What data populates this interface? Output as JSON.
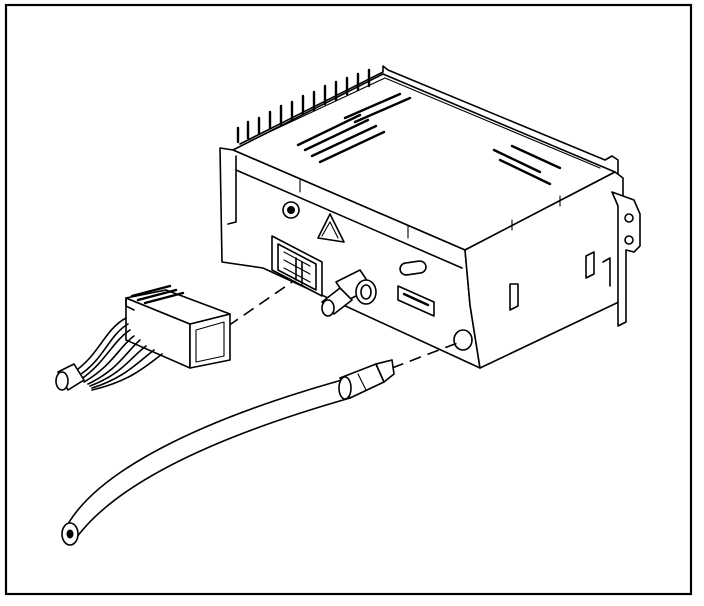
{
  "figure": {
    "frame": "single-border",
    "parts": [
      "radio-receiver",
      "wiring-harness-connector",
      "antenna-cable"
    ],
    "line_color": "#000000",
    "background_color": "#ffffff"
  }
}
